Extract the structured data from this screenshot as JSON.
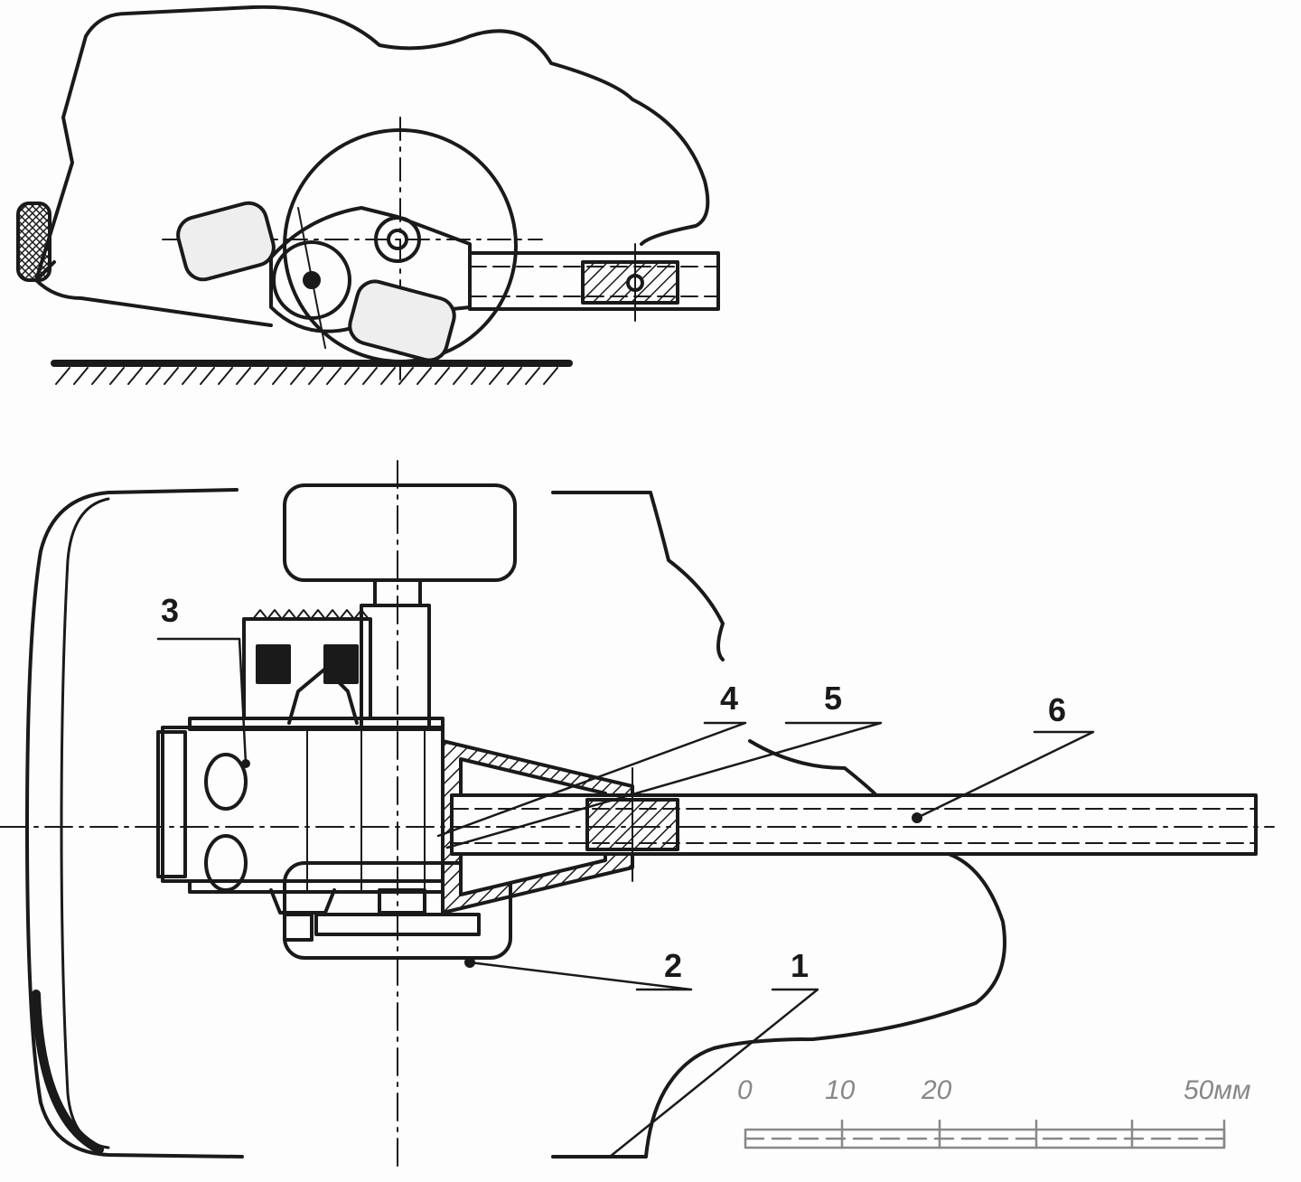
{
  "callouts": [
    {
      "id": "1",
      "label": "1"
    },
    {
      "id": "2",
      "label": "2"
    },
    {
      "id": "3",
      "label": "3"
    },
    {
      "id": "4",
      "label": "4"
    },
    {
      "id": "5",
      "label": "5"
    },
    {
      "id": "6",
      "label": "6"
    }
  ],
  "scale_bar": {
    "ticks": [
      "0",
      "10",
      "20",
      "50мм"
    ],
    "unit": "мм"
  },
  "colors": {
    "ink": "#1a1a1a",
    "paper": "#fdfdfd",
    "scale": "#888888"
  }
}
